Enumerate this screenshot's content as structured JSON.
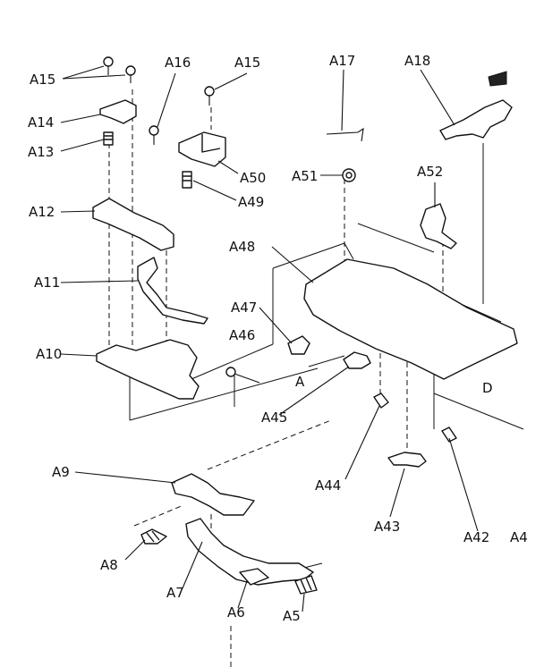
{
  "labels": {
    "a15_left": "A15",
    "a14": "A14",
    "a13": "A13",
    "a12": "A12",
    "a11": "A11",
    "a10": "A10",
    "a16": "A16",
    "a15_right": "A15",
    "a50": "A50",
    "a49": "A49",
    "a17": "A17",
    "a18": "A18",
    "a51": "A51",
    "a52": "A52",
    "a48": "A48",
    "a47": "A47",
    "a46": "A46",
    "a45": "A45",
    "a44": "A44",
    "a43": "A43",
    "a42": "A42",
    "a4_cut": "A4",
    "ref_a": "A",
    "ref_d": "D",
    "a9": "A9",
    "a8": "A8",
    "a7": "A7",
    "a6": "A6",
    "a5": "A5"
  }
}
